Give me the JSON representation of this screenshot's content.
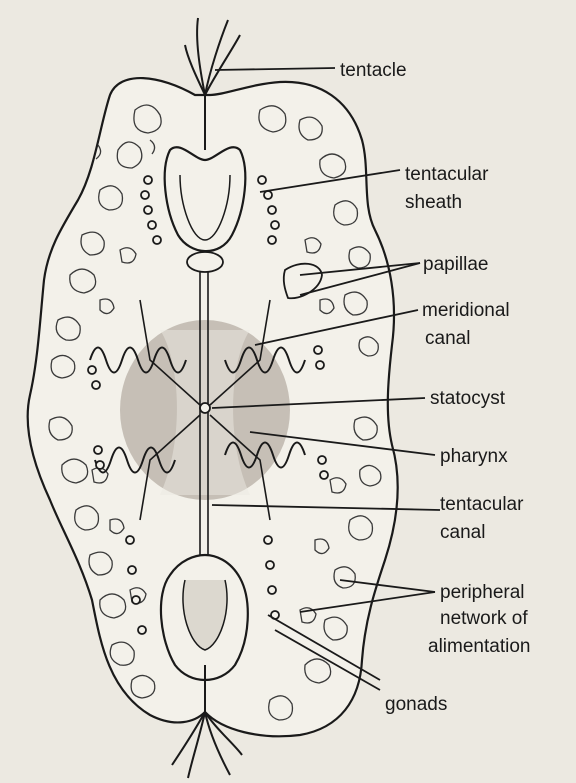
{
  "labels": {
    "tentacle": "tentacle",
    "tentacular_sheath": [
      "tentacular",
      "sheath"
    ],
    "papillae": "papillae",
    "meridional_canal": [
      "meridional",
      "canal"
    ],
    "statocyst": "statocyst",
    "pharynx": "pharynx",
    "tentacular_canal": [
      "tentacular",
      "canal"
    ],
    "peripheral_network": [
      "peripheral",
      "network of",
      "alimentation"
    ],
    "gonads": "gonads"
  },
  "colors": {
    "background": "#ece9e1",
    "ink": "#1a1a1a",
    "stomach_shading": "#bdb6ad"
  }
}
